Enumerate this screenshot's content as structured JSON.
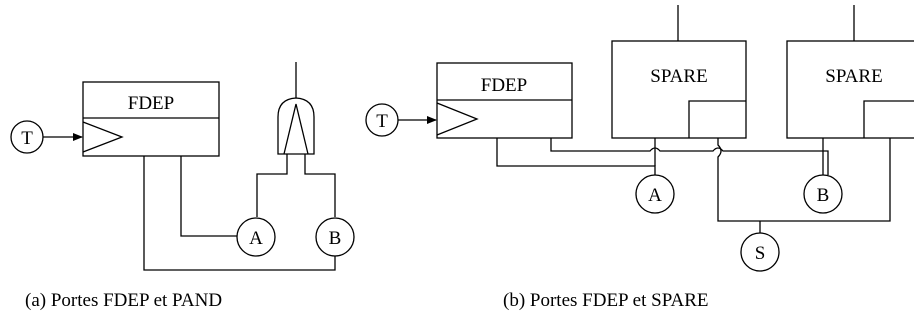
{
  "figure_a": {
    "gate_label": "FDEP",
    "trigger": "T",
    "event_a": "A",
    "event_b": "B",
    "caption": "(a) Portes FDEP et PAND"
  },
  "figure_b": {
    "gate_label": "FDEP",
    "spare1_label": "SPARE",
    "spare2_label": "SPARE",
    "trigger": "T",
    "event_a": "A",
    "event_b": "B",
    "event_s": "S",
    "caption": "(b) Portes FDEP et SPARE"
  }
}
